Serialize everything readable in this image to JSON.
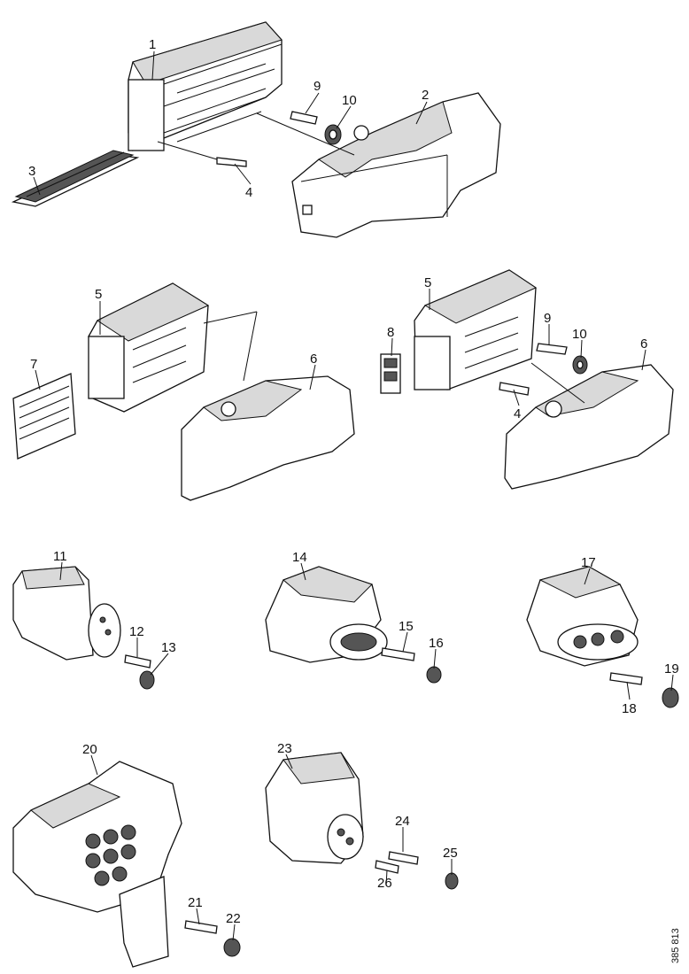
{
  "callouts": {
    "c1": "1",
    "c2": "2",
    "c3": "3",
    "c4a": "4",
    "c9a": "9",
    "c10a": "10",
    "c5a": "5",
    "c7": "7",
    "c6a": "6",
    "c5b": "5",
    "c8": "8",
    "c9b": "9",
    "c10b": "10",
    "c6b": "6",
    "c4b": "4",
    "c11": "11",
    "c12": "12",
    "c13": "13",
    "c14": "14",
    "c15": "15",
    "c16": "16",
    "c17": "17",
    "c18": "18",
    "c19": "19",
    "c20": "20",
    "c21": "21",
    "c22": "22",
    "c23": "23",
    "c24": "24",
    "c25": "25",
    "c26": "26"
  },
  "figure_ref": "385 813"
}
